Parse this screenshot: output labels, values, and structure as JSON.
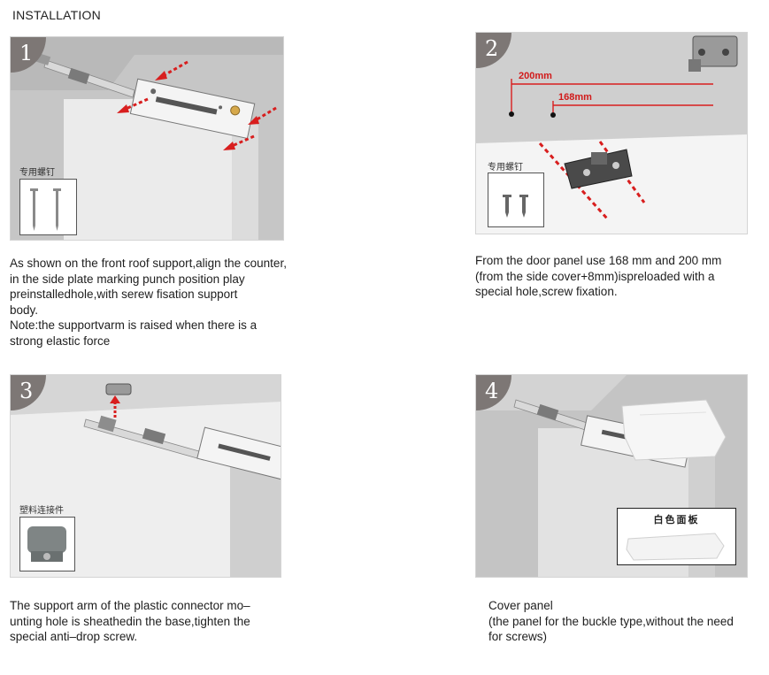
{
  "page": {
    "title": "INSTALLATION"
  },
  "steps": [
    {
      "number": "1",
      "inset_label": "专用螺钉",
      "caption": [
        "As shown on the front roof support,align the counter,",
        "in the side plate marking punch position play",
        "preinstalledhole,with serew fisation support",
        "body.",
        "Note:the supportvarm is raised when there is a",
        "strong elastic force"
      ]
    },
    {
      "number": "2",
      "dimensions": [
        "200mm",
        "168mm"
      ],
      "inset_label": "专用螺钉",
      "caption": [
        "From the door panel use 168 mm and 200 mm",
        "(from the side cover+8mm)ispreloaded with a",
        "special hole,screw fixation."
      ]
    },
    {
      "number": "3",
      "inset_label": "塑料连接件",
      "caption": [
        "The support arm of the plastic connector mo–",
        "unting hole is sheathedin the base,tighten the",
        "special anti–drop screw."
      ]
    },
    {
      "number": "4",
      "inset_label": "白色面板",
      "caption": [
        "Cover panel",
        "(the panel for the buckle type,without the need",
        "for screws)"
      ]
    }
  ],
  "colors": {
    "arrow": "#d81e1e",
    "badge": "#7d7775",
    "wall": "#c9c9c9",
    "panel": "#e9e9e9"
  },
  "icons": [
    "red-arrow-icon",
    "screw-icon",
    "bracket-icon",
    "connector-icon",
    "cover-panel-icon"
  ]
}
